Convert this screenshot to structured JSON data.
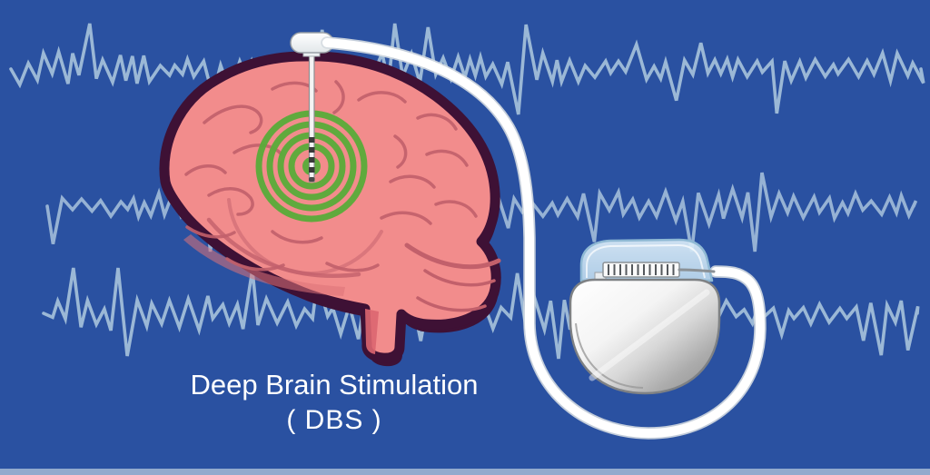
{
  "caption": {
    "line1": "Deep Brain Stimulation",
    "line2": "( DBS )"
  },
  "illustration": {
    "type": "medical-diagram",
    "eeg_trace_rows": 3,
    "target_ring_count": 5,
    "electrode_contact_count": 4
  },
  "colors": {
    "background": "#2A51A1",
    "eeg_trace": "#A6C2DC",
    "brain_fill": "#F28C8C",
    "brain_outline": "#3E1135",
    "brain_folds": "#C2606B",
    "target_green": "#5CAB3B",
    "lead_and_cable": "#FFFFFF",
    "device_metal_dark": "#8E8E8E",
    "device_header_blue": "#CCE3F1",
    "bottom_strip": "#93AACD"
  }
}
